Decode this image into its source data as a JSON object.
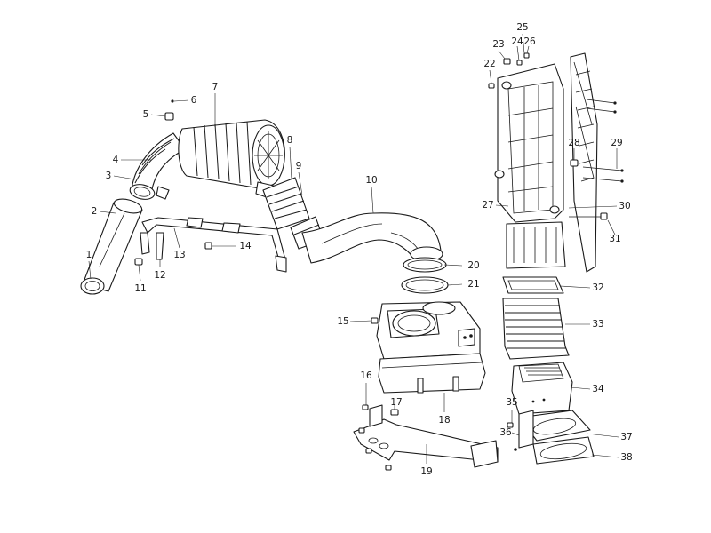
{
  "callouts": [
    {
      "id": "c1",
      "label": "1"
    },
    {
      "id": "c2",
      "label": "2"
    },
    {
      "id": "c3",
      "label": "3"
    },
    {
      "id": "c4",
      "label": "4"
    },
    {
      "id": "c5",
      "label": "5"
    },
    {
      "id": "c6",
      "label": "6"
    },
    {
      "id": "c7",
      "label": "7"
    },
    {
      "id": "c8",
      "label": "8"
    },
    {
      "id": "c9",
      "label": "9"
    },
    {
      "id": "c10",
      "label": "10"
    },
    {
      "id": "c11",
      "label": "11"
    },
    {
      "id": "c12",
      "label": "12"
    },
    {
      "id": "c13",
      "label": "13"
    },
    {
      "id": "c14",
      "label": "14"
    },
    {
      "id": "c15",
      "label": "15"
    },
    {
      "id": "c16",
      "label": "16"
    },
    {
      "id": "c17",
      "label": "17"
    },
    {
      "id": "c18",
      "label": "18"
    },
    {
      "id": "c19",
      "label": "19"
    },
    {
      "id": "c20",
      "label": "20"
    },
    {
      "id": "c21",
      "label": "21"
    },
    {
      "id": "c22",
      "label": "22"
    },
    {
      "id": "c23",
      "label": "23"
    },
    {
      "id": "c24",
      "label": "24"
    },
    {
      "id": "c25",
      "label": "25"
    },
    {
      "id": "c26",
      "label": "26"
    },
    {
      "id": "c27",
      "label": "27"
    },
    {
      "id": "c28",
      "label": "28"
    },
    {
      "id": "c29",
      "label": "29"
    },
    {
      "id": "c30",
      "label": "30"
    },
    {
      "id": "c31",
      "label": "31"
    },
    {
      "id": "c32",
      "label": "32"
    },
    {
      "id": "c33",
      "label": "33"
    },
    {
      "id": "c34",
      "label": "34"
    },
    {
      "id": "c35",
      "label": "35"
    },
    {
      "id": "c36",
      "label": "36"
    },
    {
      "id": "c37",
      "label": "37"
    },
    {
      "id": "c38",
      "label": "38"
    }
  ]
}
